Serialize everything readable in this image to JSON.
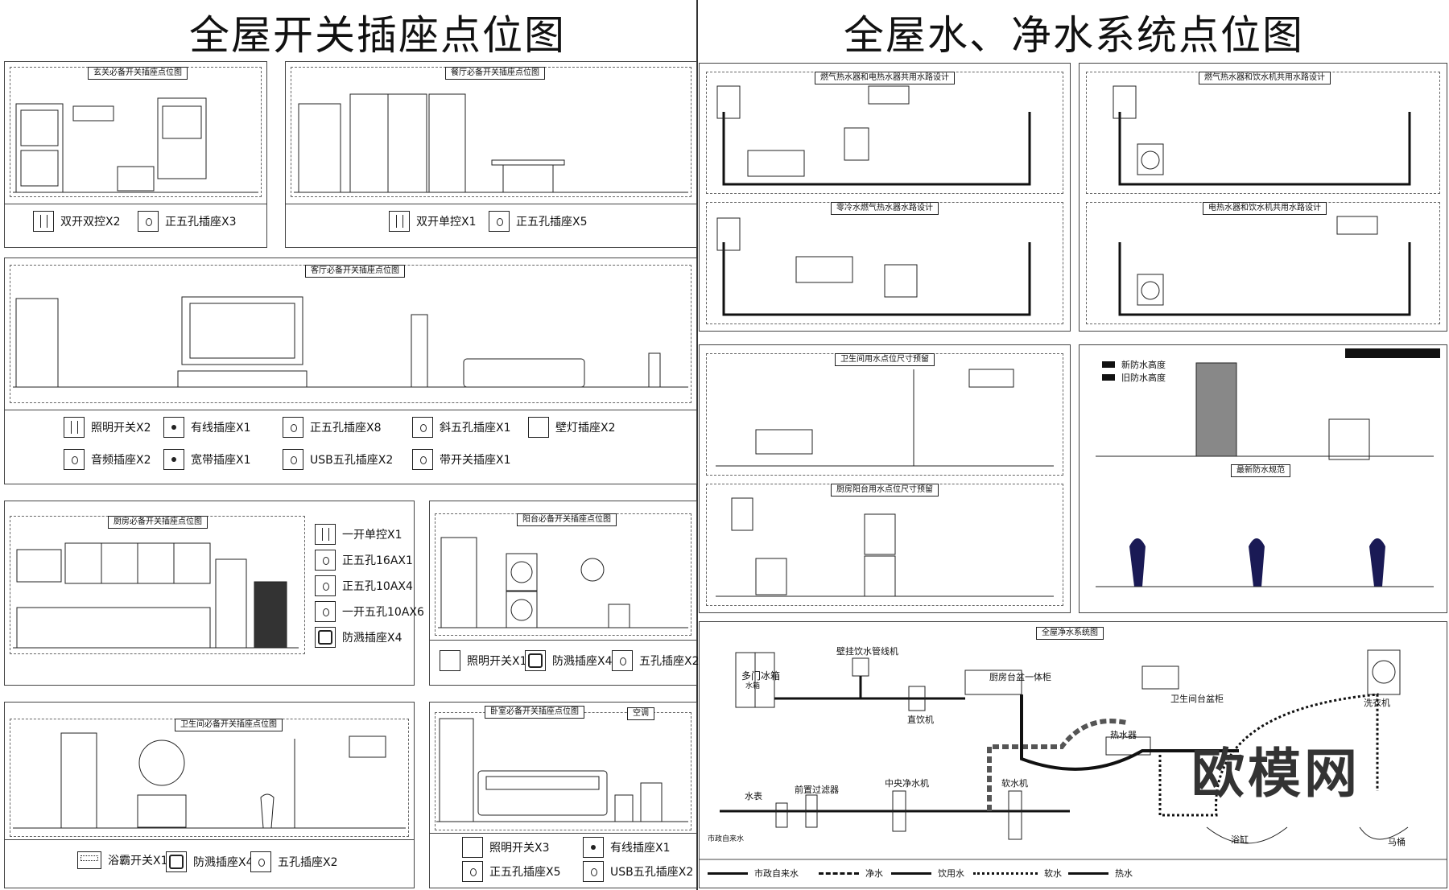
{
  "titles": {
    "left": "全屋开关插座点位图",
    "right": "全屋水、净水系统点位图"
  },
  "panels": {
    "entry": {
      "tag": "玄关必备开关插座点位图",
      "legend": [
        "双开双控X2",
        "正五孔插座X3"
      ]
    },
    "dining": {
      "tag": "餐厅必备开关插座点位图",
      "legend": [
        "双开单控X1",
        "正五孔插座X5"
      ]
    },
    "living": {
      "tag": "客厅必备开关插座点位图",
      "legend": [
        "照明开关X2",
        "有线插座X1",
        "正五孔插座X8",
        "斜五孔插座X1",
        "壁灯插座X2",
        "音频插座X2",
        "宽带插座X1",
        "USB五孔插座X2",
        "带开关插座X1"
      ]
    },
    "kitchen": {
      "tag": "厨房必备开关插座点位图",
      "legend": [
        "一开单控X1",
        "正五孔16AX1",
        "正五孔10AX4",
        "一开五孔10AX6",
        "防溅插座X4"
      ]
    },
    "balcony": {
      "tag": "阳台必备开关插座点位图",
      "legend": [
        "照明开关X1",
        "防溅插座X4",
        "五孔插座X2"
      ]
    },
    "bathroom": {
      "tag": "卫生间必备开关插座点位图",
      "legend": [
        "浴霸开关X1",
        "防溅插座X4",
        "五孔插座X2"
      ]
    },
    "bedroom": {
      "tag": "卧室必备开关插座点位图",
      "extra": "空调",
      "legend": [
        "照明开关X3",
        "有线插座X1",
        "正五孔插座X5",
        "USB五孔插座X2"
      ]
    },
    "w1": {
      "tag": "燃气热水器和电热水器共用水路设计"
    },
    "w2": {
      "tag": "燃气热水器和饮水机共用水路设计"
    },
    "w3": {
      "tag": "零冷水燃气热水器水路设计"
    },
    "w4": {
      "tag": "电热水器和饮水机共用水路设计"
    },
    "w5": {
      "tag": "卫生间用水点位尺寸预留"
    },
    "w6": {
      "tag": "厨房阳台用水点位尺寸预留"
    },
    "w7": {
      "legend": [
        "新防水高度",
        "旧防水高度"
      ],
      "tag": "最新防水规范"
    },
    "purify": {
      "tag": "全屋净水系统图",
      "labels": [
        "壁挂饮水管线机",
        "多门冰箱",
        "水箱",
        "厨房台盆一体柜",
        "直饮机",
        "卫生间台盆柜",
        "洗衣机",
        "热水器",
        "水表",
        "市政自来水",
        "前置过滤器",
        "中央净水机",
        "软水机",
        "浴缸",
        "马桶"
      ],
      "legend": [
        "市政自来水",
        "净水",
        "饮用水",
        "软水",
        "热水"
      ]
    }
  },
  "watermark": "欧模网"
}
